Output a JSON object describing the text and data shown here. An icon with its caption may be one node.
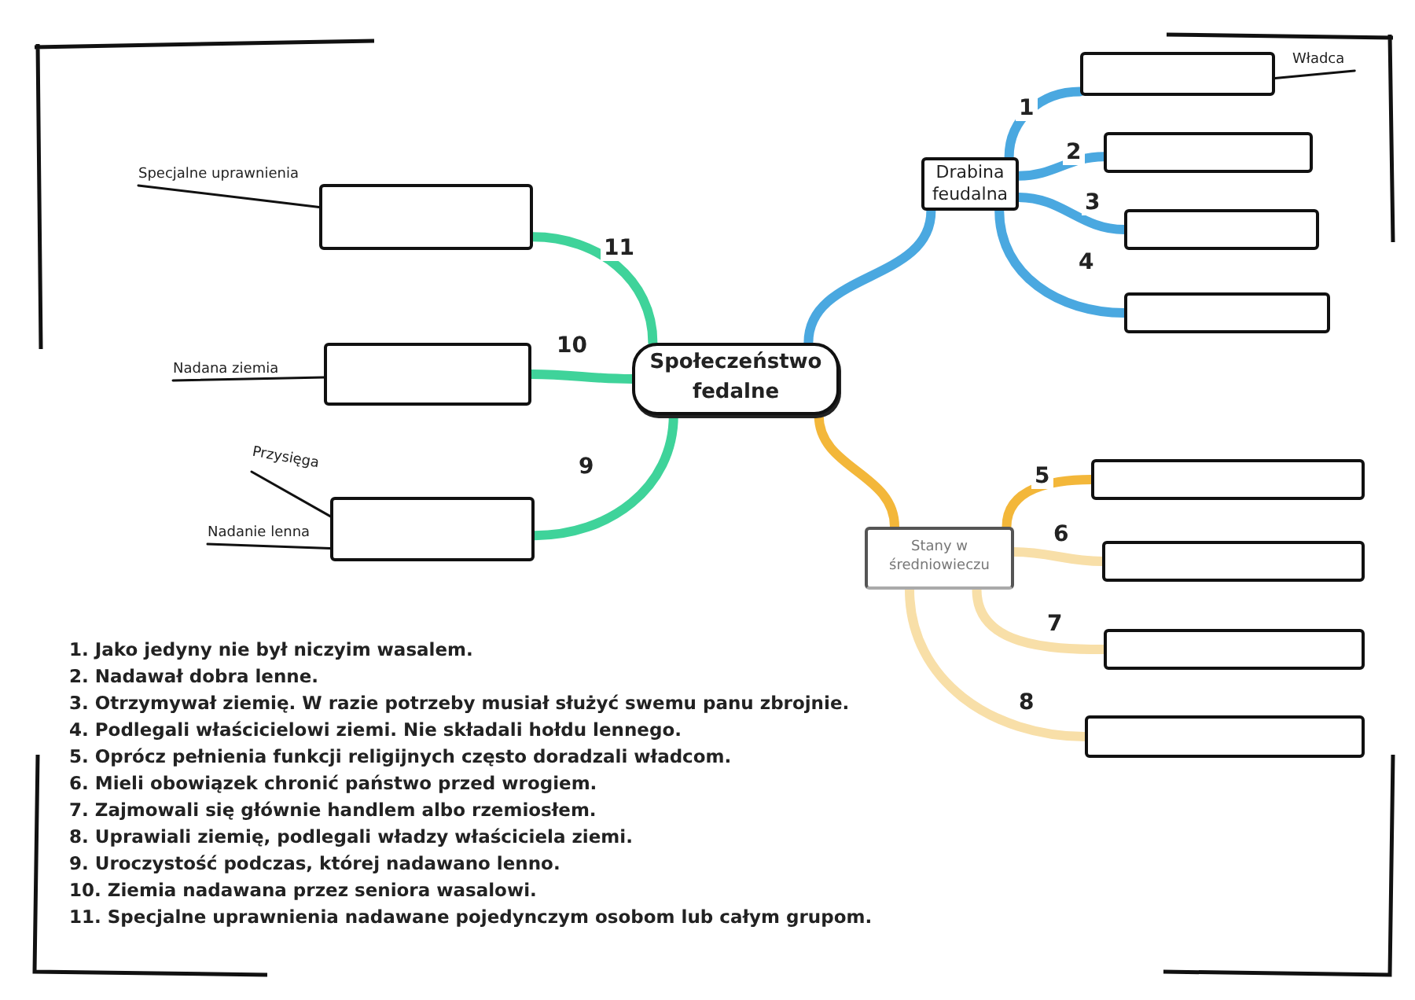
{
  "diagram": {
    "nodes": [
      {
        "text": [
          "Społeczeństwo fedalne"
        ]
      },
      {
        "text": [
          "Drabina feudalna"
        ]
      },
      {
        "text": [],
        "shape": "box"
      },
      {
        "text": [],
        "shape": "box"
      },
      {
        "text": [],
        "shape": "box"
      },
      {
        "text": [],
        "shape": "box"
      },
      {
        "text": [
          "Stany w średniowieczu"
        ]
      },
      {
        "text": [],
        "shape": "box"
      },
      {
        "text": [],
        "shape": "box"
      },
      {
        "text": [],
        "shape": "box"
      },
      {
        "text": [],
        "shape": "box"
      },
      {
        "text": [],
        "shape": "box"
      },
      {
        "text": [],
        "shape": "box"
      },
      {
        "text": [],
        "shape": "box"
      },
      {
        "text": [
          "Władca"
        ]
      },
      {
        "text": [
          "Specjalne uprawnienia"
        ]
      },
      {
        "text": [
          "Nadana ziemia"
        ]
      },
      {
        "text": [
          "Przysięga"
        ]
      },
      {
        "text": [
          "Nadanie lenna"
        ]
      }
    ],
    "edges": [
      {
        "from": 0,
        "to": 1,
        "arrow": "none",
        "color": "#4aa8e0"
      },
      {
        "from": 1,
        "to": 2,
        "arrow": "none",
        "label": "1",
        "color": "#4aa8e0"
      },
      {
        "from": 1,
        "to": 3,
        "arrow": "none",
        "label": "2",
        "color": "#4aa8e0"
      },
      {
        "from": 1,
        "to": 4,
        "arrow": "none",
        "label": "3",
        "color": "#4aa8e0"
      },
      {
        "from": 1,
        "to": 5,
        "arrow": "none",
        "label": "4",
        "color": "#4aa8e0"
      },
      {
        "from": 0,
        "to": 6,
        "arrow": "none",
        "color": "#f3b73a"
      },
      {
        "from": 6,
        "to": 7,
        "arrow": "none",
        "label": "5",
        "color": "#f3b73a"
      },
      {
        "from": 6,
        "to": 8,
        "arrow": "none",
        "label": "6",
        "color": "#f8dfa8"
      },
      {
        "from": 6,
        "to": 9,
        "arrow": "none",
        "label": "7",
        "color": "#f8dfa8"
      },
      {
        "from": 6,
        "to": 10,
        "arrow": "none",
        "label": "8",
        "color": "#f8dfa8"
      },
      {
        "from": 0,
        "to": 11,
        "arrow": "none",
        "label": "11",
        "color": "#3fd39a"
      },
      {
        "from": 0,
        "to": 12,
        "arrow": "none",
        "label": "10",
        "color": "#3fd39a"
      },
      {
        "from": 0,
        "to": 13,
        "arrow": "none",
        "label": "9",
        "color": "#3fd39a"
      },
      {
        "from": 14,
        "to": 2,
        "arrow": "none",
        "color": "#111111"
      },
      {
        "from": 15,
        "to": 11,
        "arrow": "none",
        "color": "#111111"
      },
      {
        "from": 16,
        "to": 12,
        "arrow": "none",
        "color": "#111111"
      },
      {
        "from": 17,
        "to": 13,
        "arrow": "none",
        "color": "#111111"
      },
      {
        "from": 18,
        "to": 13,
        "arrow": "none",
        "color": "#111111"
      }
    ],
    "labels": [
      "1. Jako jedyny nie był niczyim wasalem.",
      "2. Nadawał dobra lenne.",
      "3. Otrzymywał ziemię. W razie potrzeby musiał służyć swemu panu zbrojnie.",
      "4. Podlegali właścicielowi ziemi. Nie składali hołdu lennego.",
      "5. Oprócz pełnienia funkcji religijnych często doradzali władcom.",
      "6. Mieli obowiązek chronić państwo przed wrogiem.",
      "7. Zajmowali się głównie handlem albo rzemiosłem.",
      "8. Uprawiali ziemię, podlegali władzy właściciela ziemi.",
      "9. Uroczystość podczas, której nadawano lenno.",
      "10. Ziemia nadawana przez seniora wasalowi.",
      "11. Specjalne uprawnienia nadawane pojedynczym osobom lub całym grupom."
    ]
  }
}
